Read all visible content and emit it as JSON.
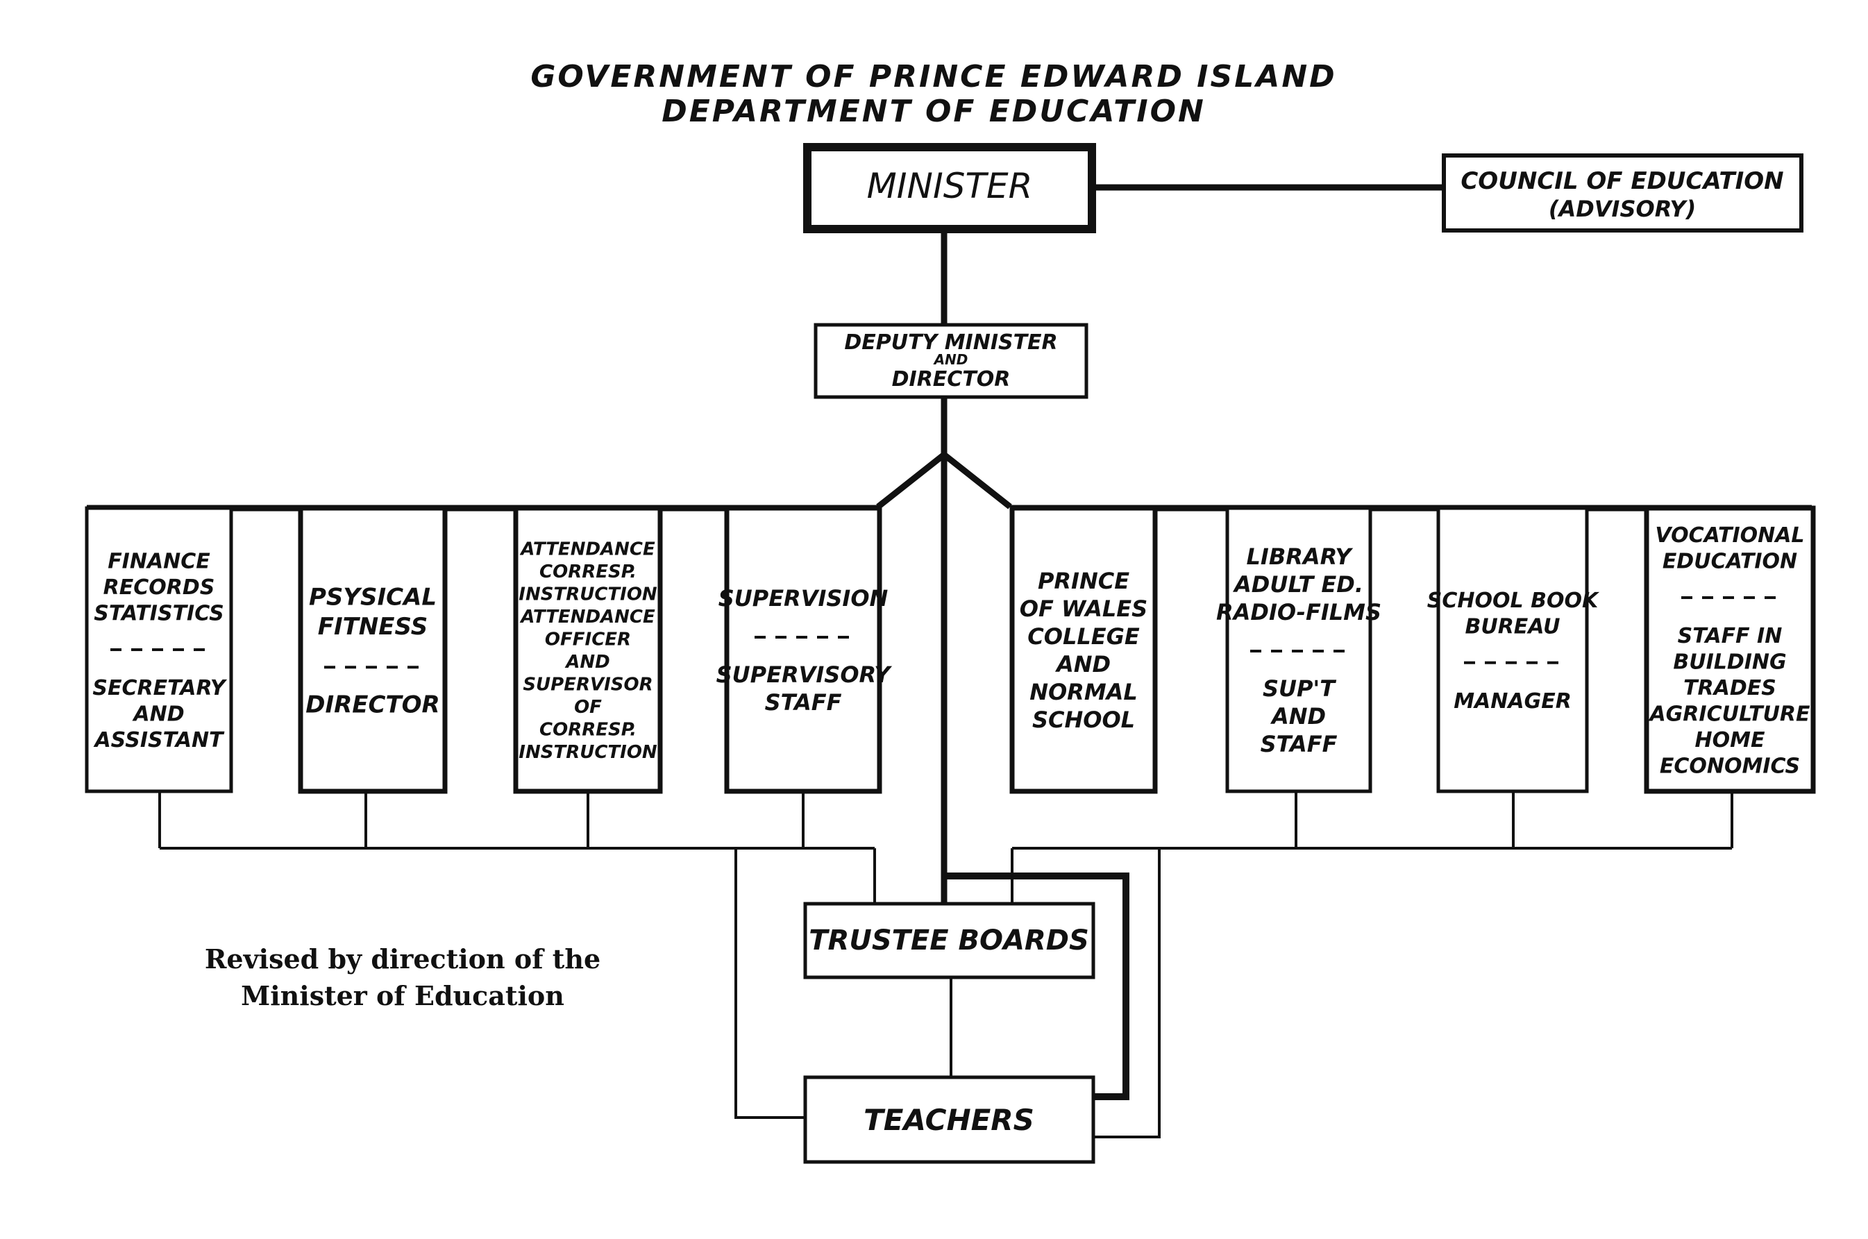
{
  "title": {
    "line1": "GOVERNMENT OF PRINCE EDWARD ISLAND",
    "line2": "DEPARTMENT OF EDUCATION"
  },
  "minister": {
    "label": "MINISTER"
  },
  "council": {
    "line1": "COUNCIL OF EDUCATION",
    "line2": "(ADVISORY)"
  },
  "deputy": {
    "line1": "DEPUTY MINISTER",
    "line2": "AND",
    "line3": "DIRECTOR"
  },
  "divisions": [
    {
      "top": [
        "FINANCE",
        "RECORDS",
        "STATISTICS"
      ],
      "bottom": [
        "SECRETARY",
        "AND",
        "ASSISTANT"
      ]
    },
    {
      "top": [
        "PSYSICAL",
        "FITNESS"
      ],
      "bottom": [
        "DIRECTOR"
      ]
    },
    {
      "top": [
        "ATTENDANCE",
        "CORRESP.",
        "INSTRUCTION",
        "ATTENDANCE",
        "OFFICER",
        "AND",
        "SUPERVISOR",
        "OF",
        "CORRESP.",
        "INSTRUCTION"
      ],
      "bottom": []
    },
    {
      "top": [
        "SUPERVISION"
      ],
      "bottom": [
        "SUPERVISORY",
        "STAFF"
      ]
    },
    {
      "top": [
        "PRINCE",
        "OF WALES",
        "COLLEGE",
        "AND",
        "NORMAL",
        "SCHOOL"
      ],
      "bottom": []
    },
    {
      "top": [
        "LIBRARY",
        "ADULT ED.",
        "RADIO-FILMS"
      ],
      "bottom": [
        "SUP'T",
        "AND",
        "STAFF"
      ]
    },
    {
      "top": [
        "SCHOOL BOOK",
        "BUREAU"
      ],
      "bottom": [
        "MANAGER"
      ]
    },
    {
      "top": [
        "VOCATIONAL",
        "EDUCATION"
      ],
      "bottom": [
        "STAFF IN",
        "BUILDING",
        "TRADES",
        "AGRICULTURE",
        "HOME",
        "ECONOMICS"
      ]
    }
  ],
  "trustee": {
    "label": "TRUSTEE BOARDS"
  },
  "teachers": {
    "label": "TEACHERS"
  },
  "note": {
    "line1": "Revised by direction of the",
    "line2": "Minister of Education"
  }
}
